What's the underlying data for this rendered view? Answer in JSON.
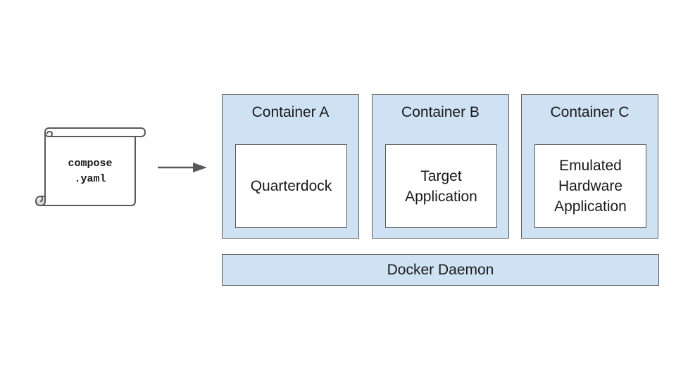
{
  "compose_file": {
    "line1": "compose",
    "line2": ".yaml",
    "icon": "scroll-icon"
  },
  "arrow": {
    "icon": "right-arrow-icon"
  },
  "containers": [
    {
      "title": "Container A",
      "app": "Quarterdock"
    },
    {
      "title": "Container B",
      "app": "Target\nApplication"
    },
    {
      "title": "Container C",
      "app": "Emulated\nHardware\nApplication"
    }
  ],
  "daemon": {
    "label": "Docker Daemon"
  },
  "colors": {
    "container_fill": "#cfe2f3",
    "border": "#595959",
    "app_fill": "#ffffff"
  }
}
